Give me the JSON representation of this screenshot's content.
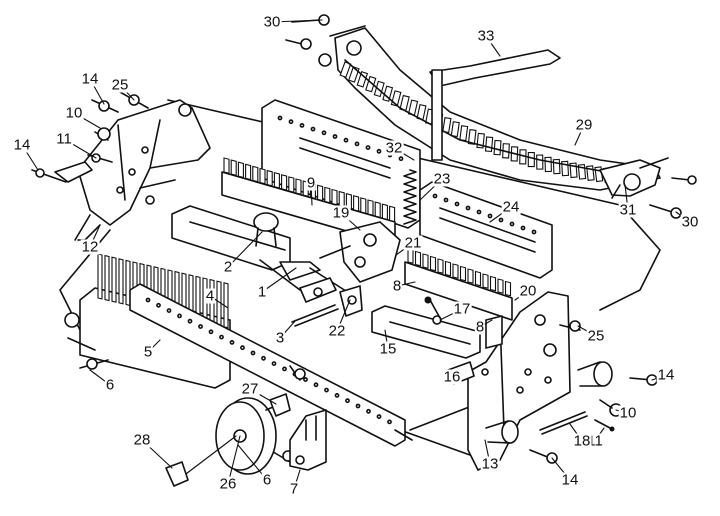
{
  "callouts": [
    "1",
    "2",
    "3",
    "4",
    "5",
    "6",
    "6",
    "7",
    "8",
    "8",
    "9",
    "10",
    "10",
    "11",
    "11",
    "12",
    "13",
    "14",
    "14",
    "14",
    "14",
    "15",
    "16",
    "17",
    "18",
    "19",
    "20",
    "21",
    "22",
    "23",
    "24",
    "25",
    "25",
    "26",
    "27",
    "28",
    "29",
    "30",
    "30",
    "31",
    "32",
    "33"
  ],
  "colors": {
    "ink": "#111111",
    "paper": "#ffffff"
  }
}
